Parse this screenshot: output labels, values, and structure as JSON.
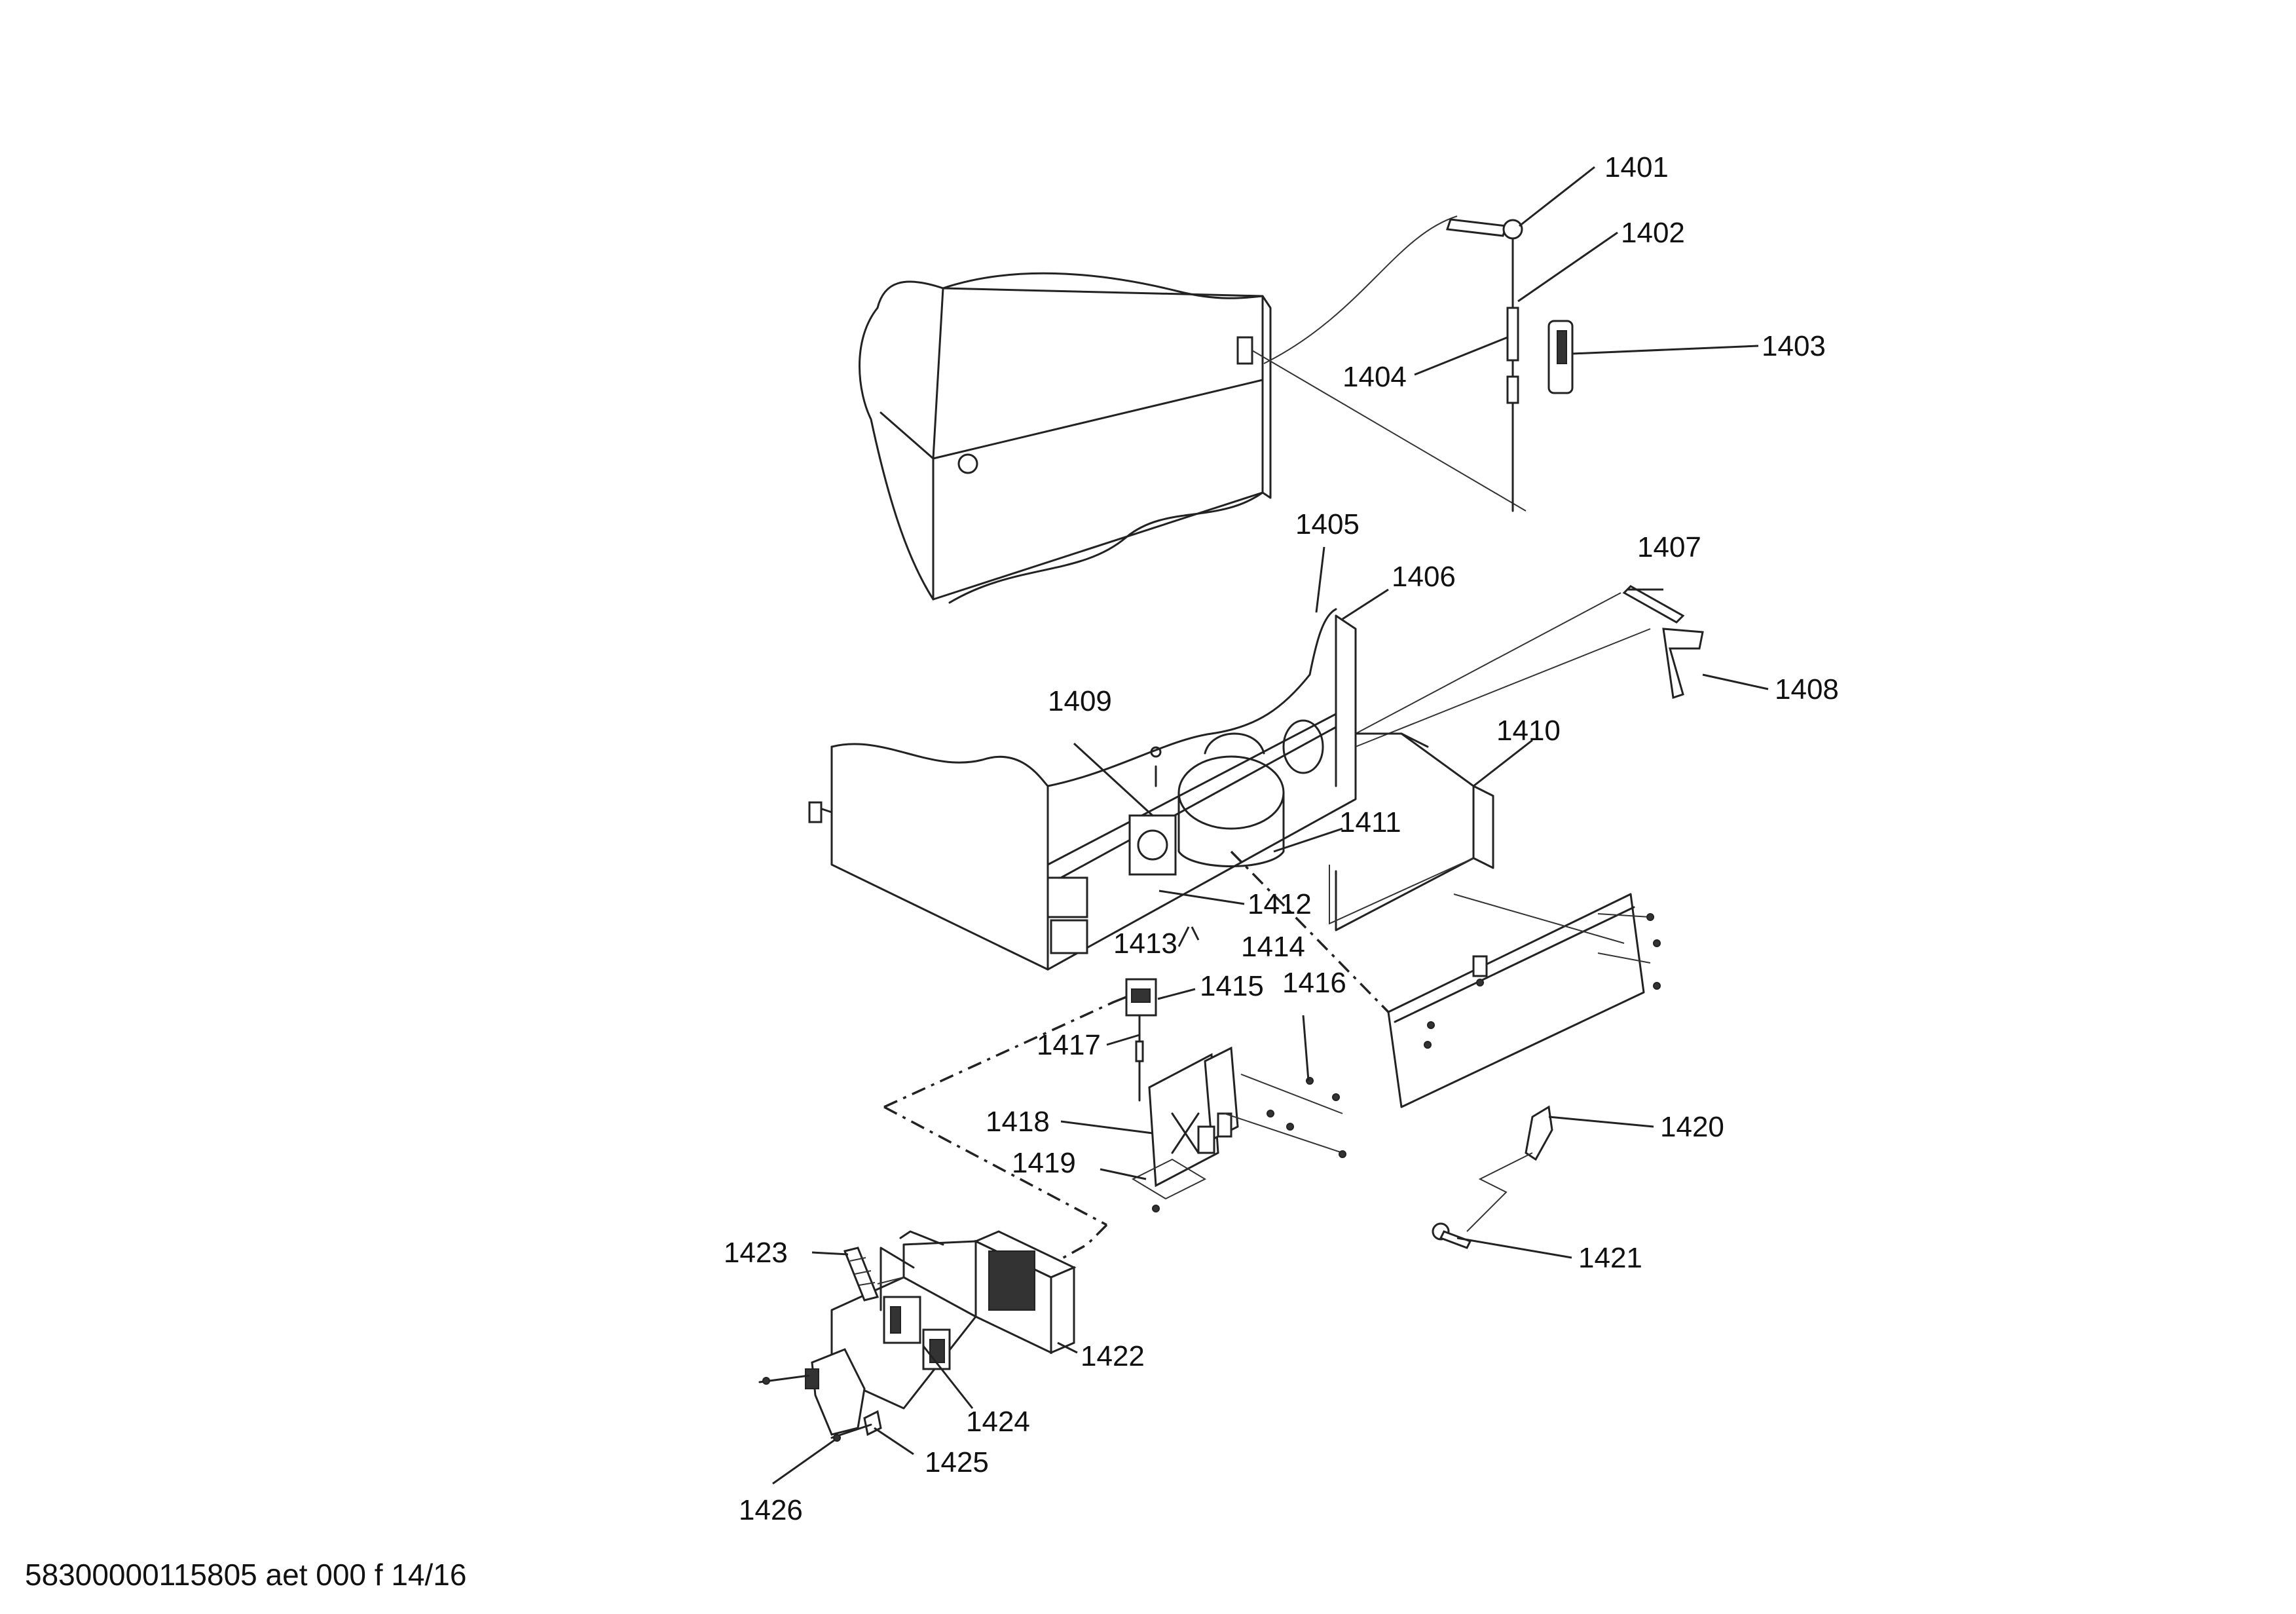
{
  "labels": {
    "p1401": "1401",
    "p1402": "1402",
    "p1403": "1403",
    "p1404": "1404",
    "p1405": "1405",
    "p1406": "1406",
    "p1407": "1407",
    "p1408": "1408",
    "p1409": "1409",
    "p1410": "1410",
    "p1411": "1411",
    "p1412": "1412",
    "p1413": "1413",
    "p1414": "1414",
    "p1415": "1415",
    "p1416": "1416",
    "p1417": "1417",
    "p1418": "1418",
    "p1419": "1419",
    "p1420": "1420",
    "p1421": "1421",
    "p1422": "1422",
    "p1423": "1423",
    "p1424": "1424",
    "p1425": "1425",
    "p1426": "1426"
  },
  "footer": {
    "code": "58300000115805 aet 000 f 14/16"
  }
}
